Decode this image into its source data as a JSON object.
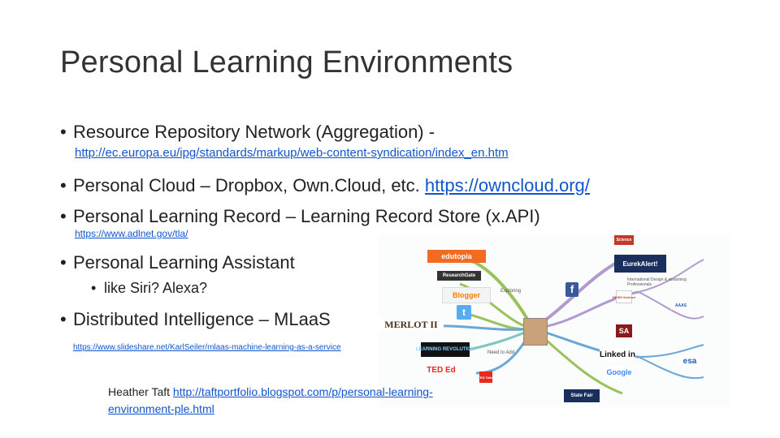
{
  "slide": {
    "title": "Personal Learning Environments",
    "bullets": {
      "b1_text": "Resource Repository Network (Aggregation) -",
      "b1_link": "http://ec.europa.eu/ipg/standards/markup/web-content-syndication/index_en.htm",
      "b2_text": "Personal Cloud – Dropbox, Own.Cloud, etc. ",
      "b2_link": "https://owncloud.org/",
      "b3_text": "Personal Learning Record – Learning Record Store (x.API)",
      "b3_link": "https://www.adlnet.gov/tla/",
      "b4_text": "Personal Learning Assistant",
      "b4_sub": "like Siri? Alexa?",
      "b5_text": "Distributed Intelligence – MLaaS",
      "b5_link": "https://www.slideshare.net/KarlSeiler/mlaas-machine-learning-as-a-service"
    },
    "bullet_glyph": "•",
    "credit": {
      "name": "Heather Taft ",
      "link": "http://taftportfolio.blogspot.com/p/personal-learning-environment-ple.html"
    }
  },
  "image": {
    "logos": {
      "edutopia": "edutopia",
      "researchgate": "ResearchGate",
      "blogger": "Blogger",
      "merlot": "MERLOT II",
      "learning_revolution": "LEARNING REVOLUTION",
      "ted": "TED Ed",
      "ted_small": "TED Talks",
      "eurekalert": "EurekAlert!",
      "linkedin": "Linked in",
      "google": "Google",
      "sa": "SA",
      "facebook": "f",
      "twitter": "t",
      "esa": "esa",
      "statefair": "State Fair",
      "science": "Science",
      "nature": "NEWS Science",
      "ahead": "AAAS"
    },
    "labels": {
      "exploring": "Exploring",
      "need_to_add": "Need to Add",
      "international": "International Design & eLearning Professionals"
    },
    "colors": {
      "branch_green": "#9bc25a",
      "branch_blue": "#6aa7d8",
      "branch_purple": "#b09ad0",
      "branch_teal": "#7fc6c0",
      "linkedin_blue": "#0a66c2",
      "facebook_blue": "#3b5998",
      "twitter_blue": "#55acee",
      "ted_red": "#e62b1e",
      "edutopia_orange": "#f26b21",
      "eureka_navy": "#1b2f5c"
    }
  }
}
